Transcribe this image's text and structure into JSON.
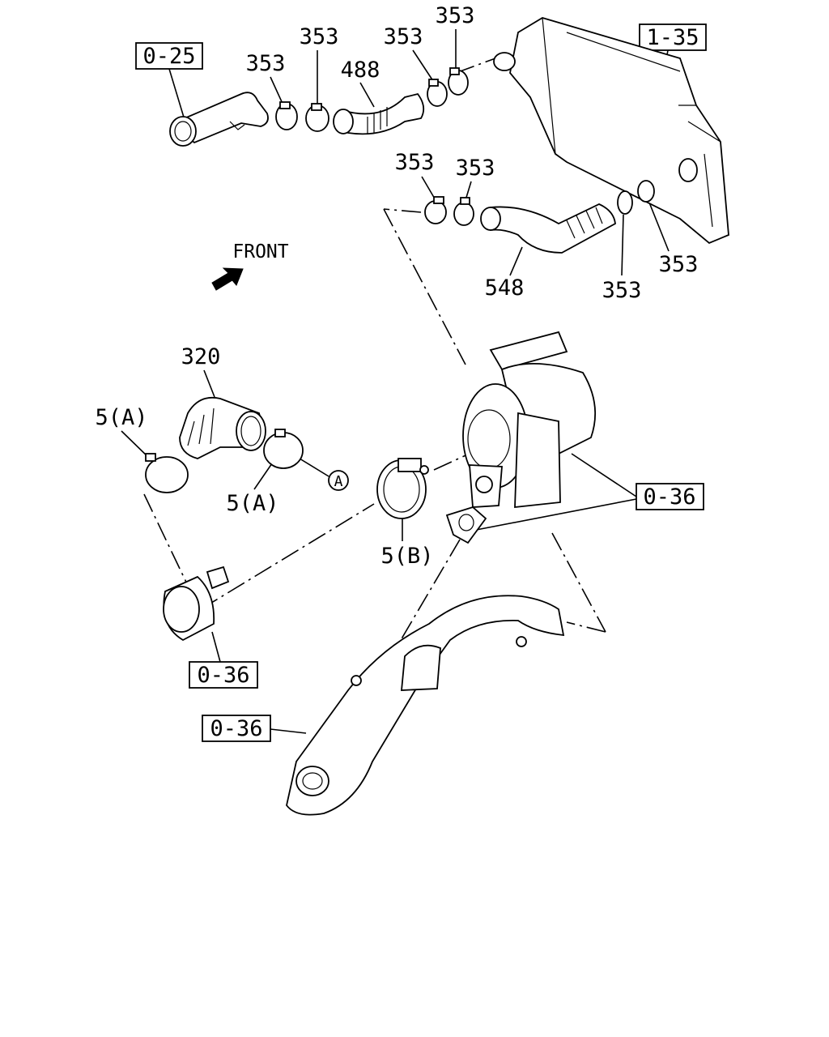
{
  "diagram": {
    "front_label": "FRONT",
    "refs": {
      "ref_0_25": "0-25",
      "ref_1_35": "1-35",
      "ref_0_36_right": "0-36",
      "ref_0_36_left": "0-36",
      "ref_0_36_bottom": "0-36"
    },
    "parts": {
      "p353_a": "353",
      "p353_b": "353",
      "p353_c": "353",
      "p353_d": "353",
      "p353_e": "353",
      "p353_f": "353",
      "p353_g": "353",
      "p353_h": "353",
      "p488": "488",
      "p548": "548",
      "p320": "320",
      "p5a_top": "5(A)",
      "p5a_mid": "5(A)",
      "p5b": "5(B)",
      "circle_a": "A"
    }
  }
}
